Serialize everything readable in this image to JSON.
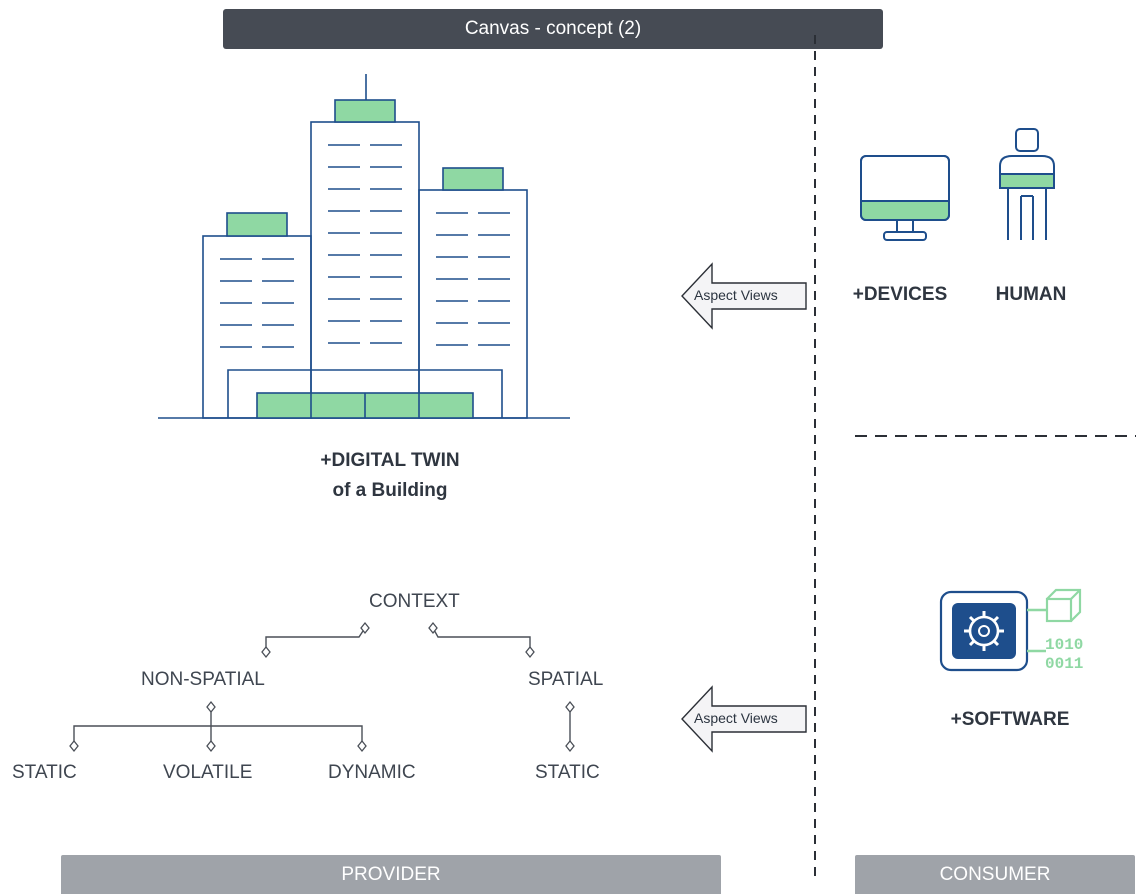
{
  "title": "Canvas - concept (2)",
  "footer": {
    "provider": "PROVIDER",
    "consumer": "CONSUMER"
  },
  "building": {
    "line1": "+DIGITAL TWIN",
    "line2": "of a Building"
  },
  "consumers": {
    "devices": "+DEVICES",
    "human": "HUMAN",
    "software": "+SOFTWARE"
  },
  "arrows": {
    "top_label": "Aspect Views",
    "bottom_label": "Aspect Views"
  },
  "tree": {
    "root": "CONTEXT",
    "non_spatial": "NON-SPATIAL",
    "spatial": "SPATIAL",
    "static_left": "STATIC",
    "volatile": "VOLATILE",
    "dynamic": "DYNAMIC",
    "static_right": "STATIC"
  },
  "software_icon": {
    "binary_line1": "1010",
    "binary_line2": "0011"
  },
  "colors": {
    "green": "#8fd8a3",
    "stroke": "#1e4e8c",
    "dark": "#464b54",
    "footer": "#9fa3a9"
  }
}
